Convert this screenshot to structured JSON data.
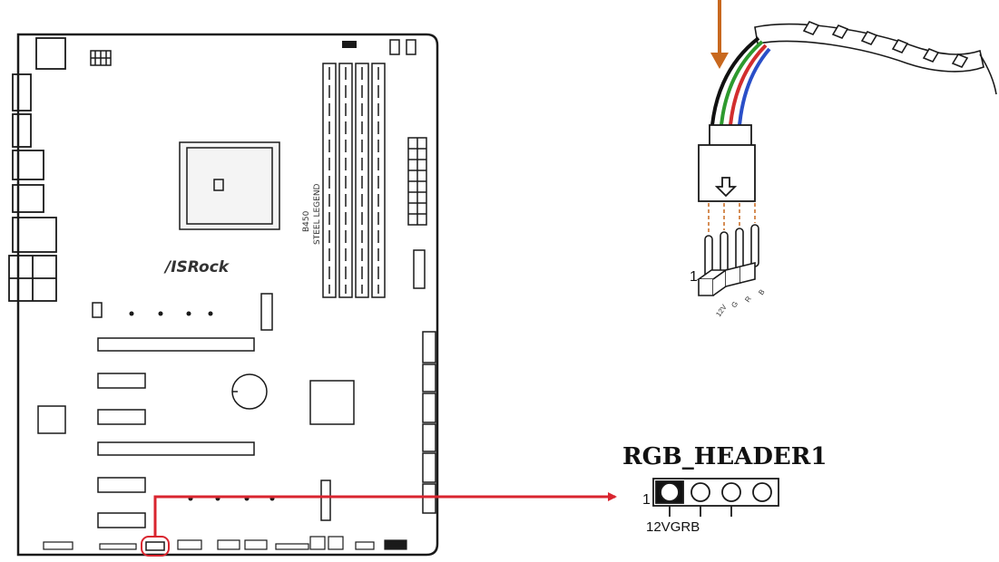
{
  "header": {
    "title": "RGB_HEADER1",
    "pin_one_label": "1",
    "pin_labels": "12VGRB"
  },
  "board": {
    "brand": "/ISRock",
    "model_line1": "B450",
    "model_line2": "STEEL LEGEND"
  },
  "cable": {
    "pin_one_label": "1",
    "pin_labels": [
      "12V",
      "G",
      "R",
      "B"
    ]
  },
  "colors": {
    "callout_arrow": "#d9252f",
    "insert_arrow": "#c8681e",
    "outline": "#1a1a1a",
    "wire_colors": [
      "#111111",
      "#2e9a2e",
      "#d22e2e",
      "#2a4fc8"
    ]
  }
}
